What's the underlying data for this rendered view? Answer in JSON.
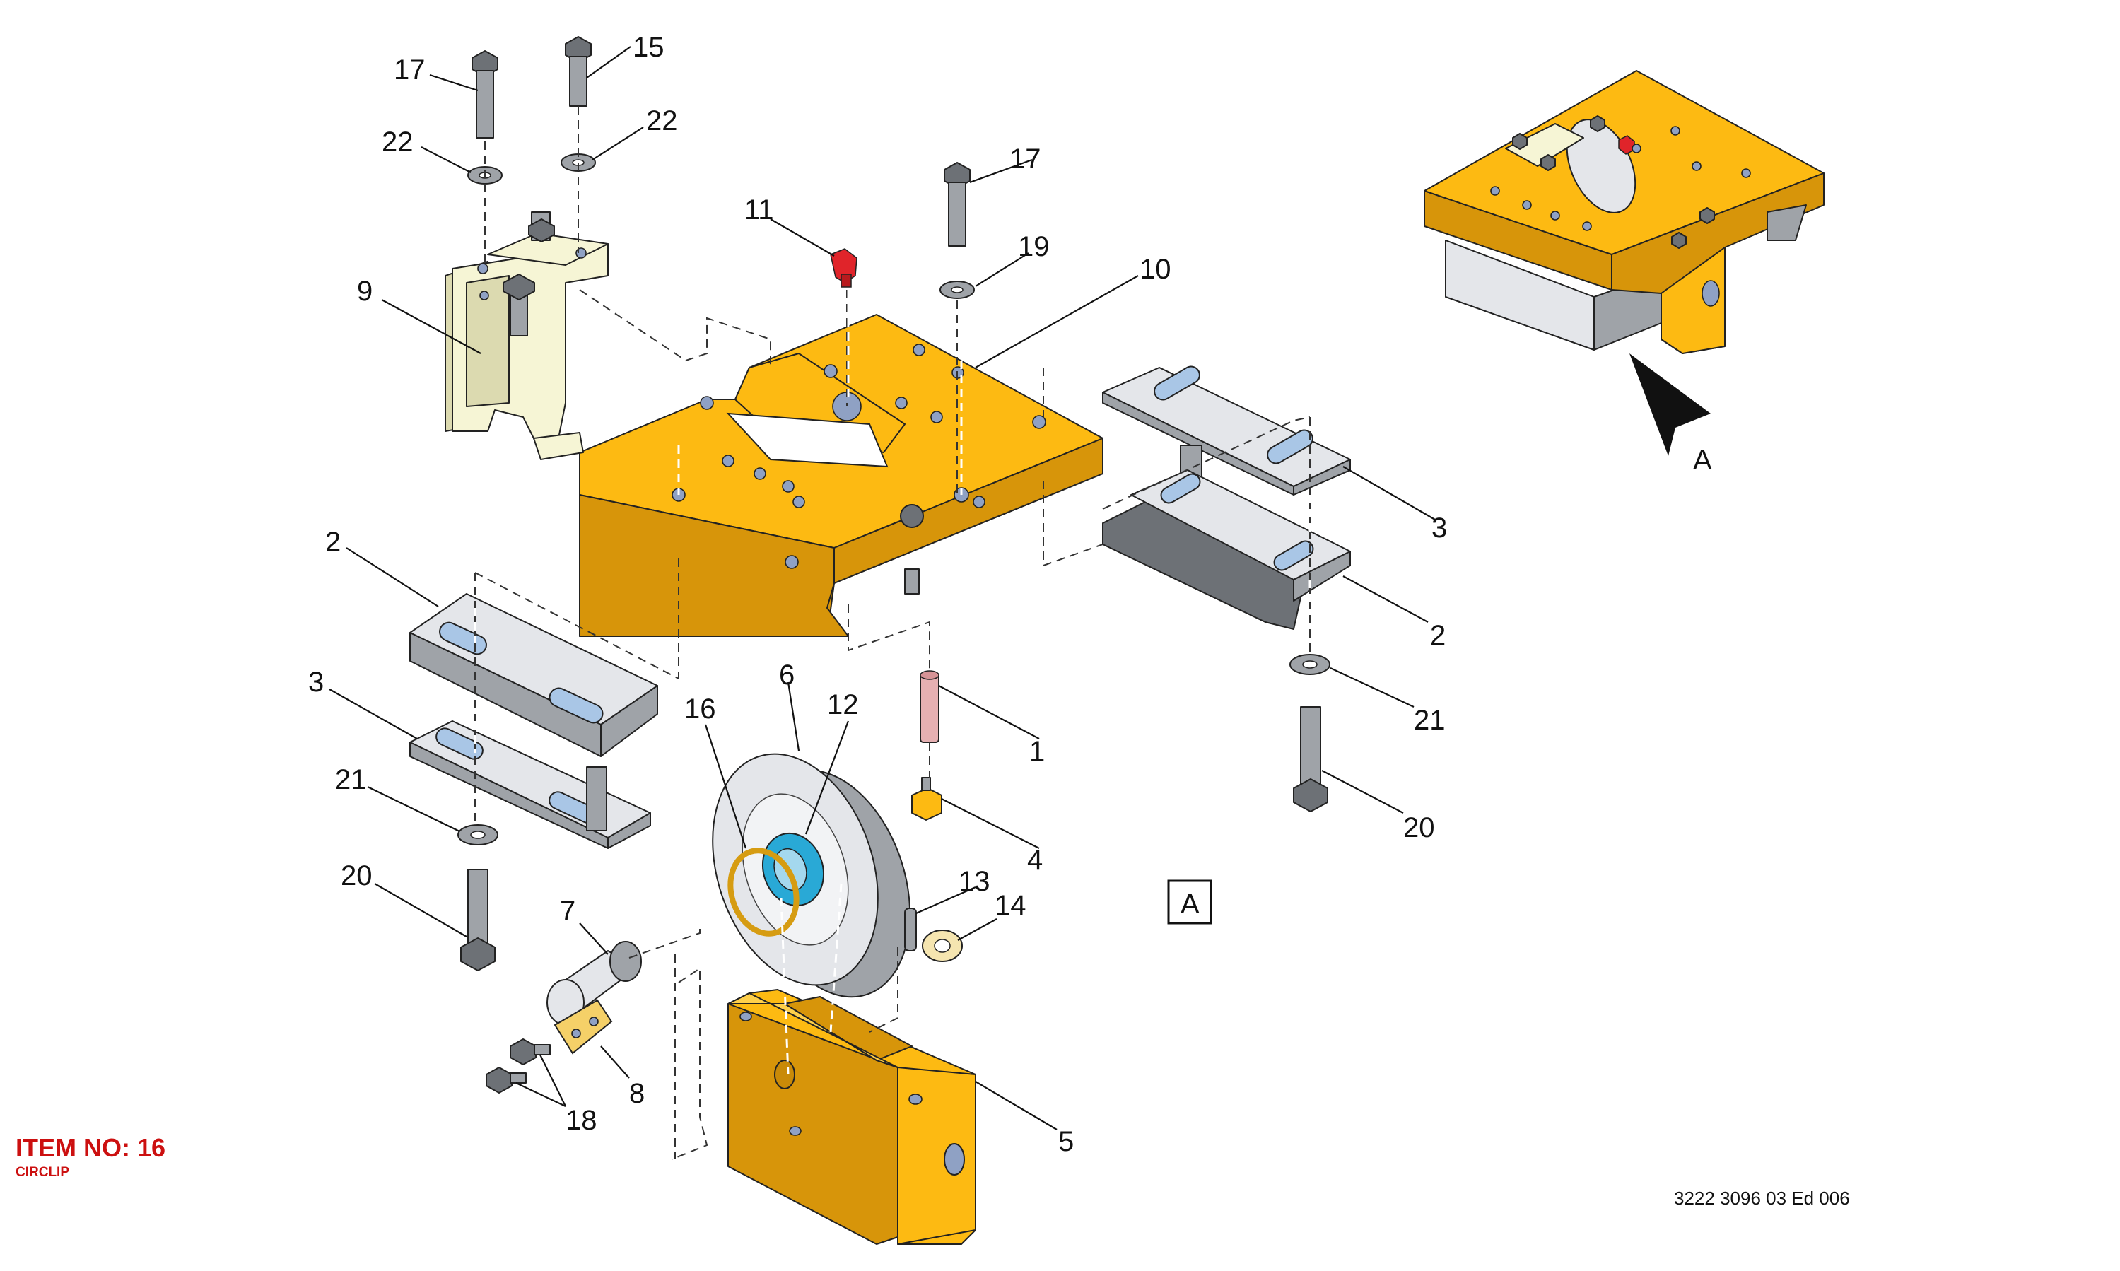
{
  "item": {
    "title": "ITEM NO: 16",
    "name": "CIRCLIP"
  },
  "doc_ref": "3222 3096 03 Ed 006",
  "view": {
    "label": "A",
    "box_label": "A"
  },
  "callouts": {
    "c1": "1",
    "c2a": "2",
    "c2b": "2",
    "c3a": "3",
    "c3b": "3",
    "c4": "4",
    "c5": "5",
    "c6": "6",
    "c7": "7",
    "c8": "8",
    "c9": "9",
    "c10": "10",
    "c11": "11",
    "c12": "12",
    "c13": "13",
    "c14": "14",
    "c15": "15",
    "c16": "16",
    "c17a": "17",
    "c17b": "17",
    "c18": "18",
    "c19": "19",
    "c20a": "20",
    "c20b": "20",
    "c21a": "21",
    "c21b": "21",
    "c22a": "22",
    "c22b": "22"
  },
  "colors": {
    "part_yellow": "#fdba12",
    "metal_grey": "#e4e6ea",
    "bracket_cream": "#f6f5d5",
    "highlight_red": "#cc1010",
    "bearing_blue": "#29a9d6"
  }
}
